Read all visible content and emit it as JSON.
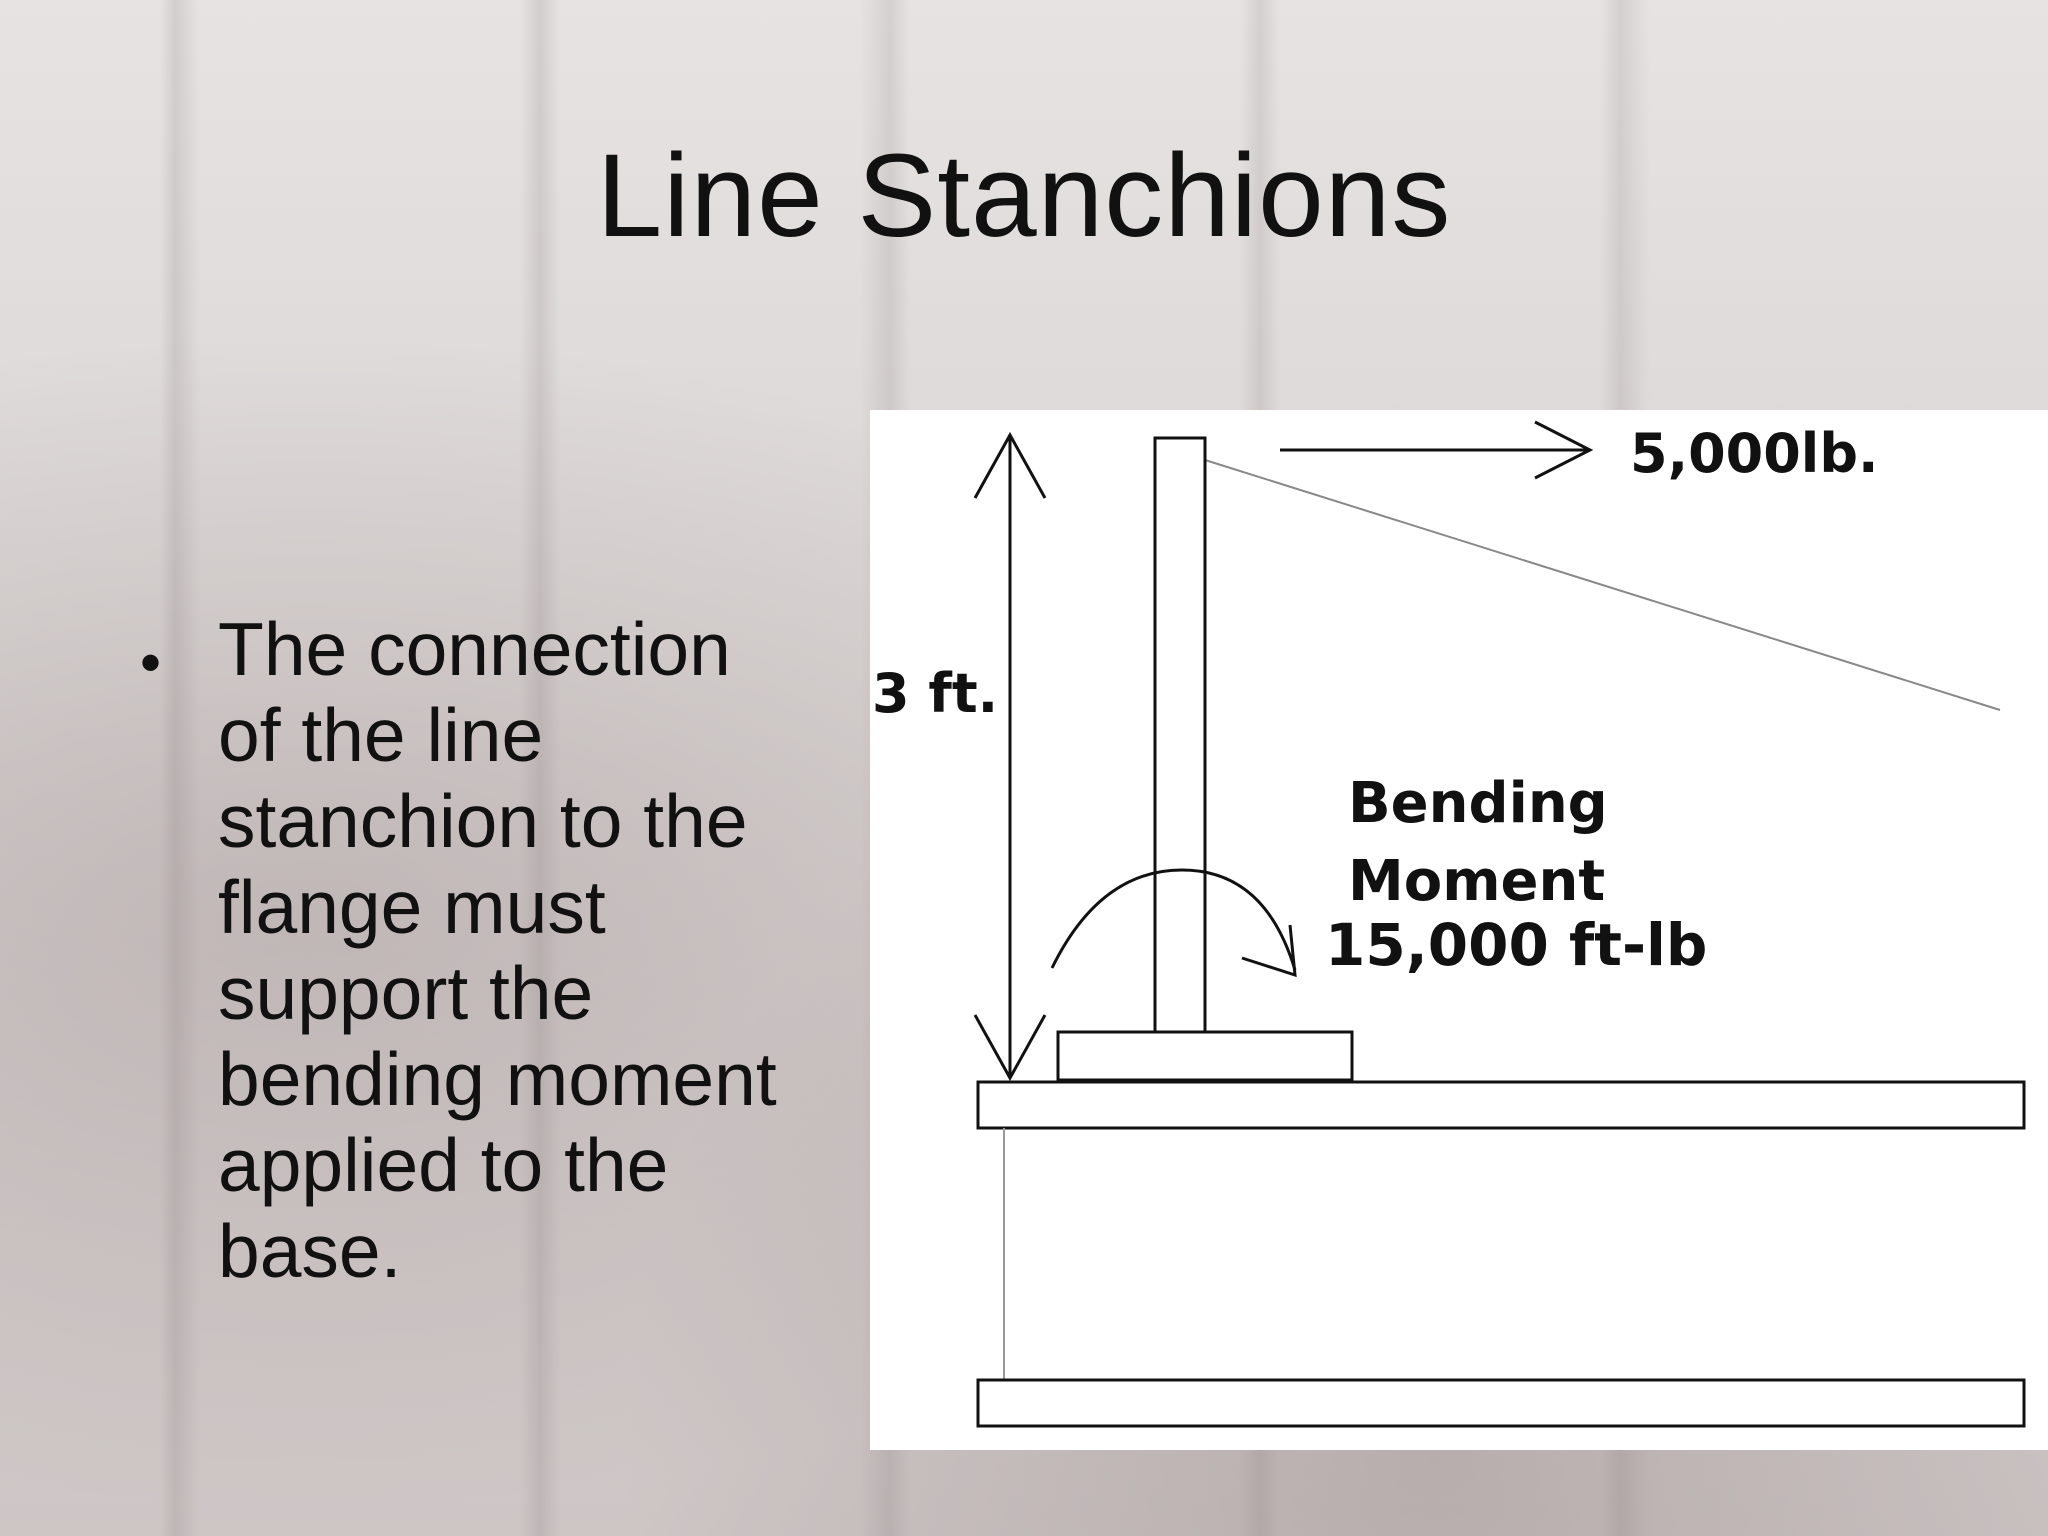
{
  "slide": {
    "title": "Line Stanchions",
    "bullets": [
      "The connection\nof the line\nstanchion to the\nflange must\nsupport the\nbending moment\napplied to the\nbase."
    ],
    "bullet_symbol": "•"
  },
  "diagram": {
    "force_label": "5,000lb.",
    "height_label": "3 ft.",
    "moment_label_line1": "Bending",
    "moment_label_line2": "Moment",
    "moment_value": "15,000 ft-lb",
    "colors": {
      "panel": "#ffffff",
      "stroke": "#111111",
      "thin_line": "#888888"
    }
  }
}
